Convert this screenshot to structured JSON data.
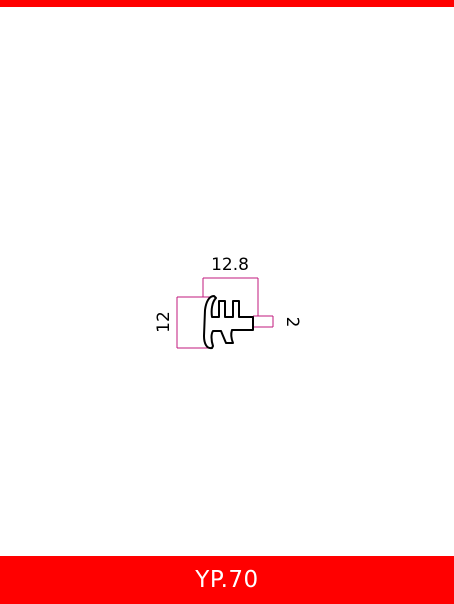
{
  "profile": {
    "code": "YP.70",
    "dimensions": {
      "width": "12.8",
      "height": "12",
      "thickness": "2"
    }
  },
  "colors": {
    "accent": "#ff0000",
    "dimension_line": "#c2187c",
    "profile_outline": "#000000"
  }
}
